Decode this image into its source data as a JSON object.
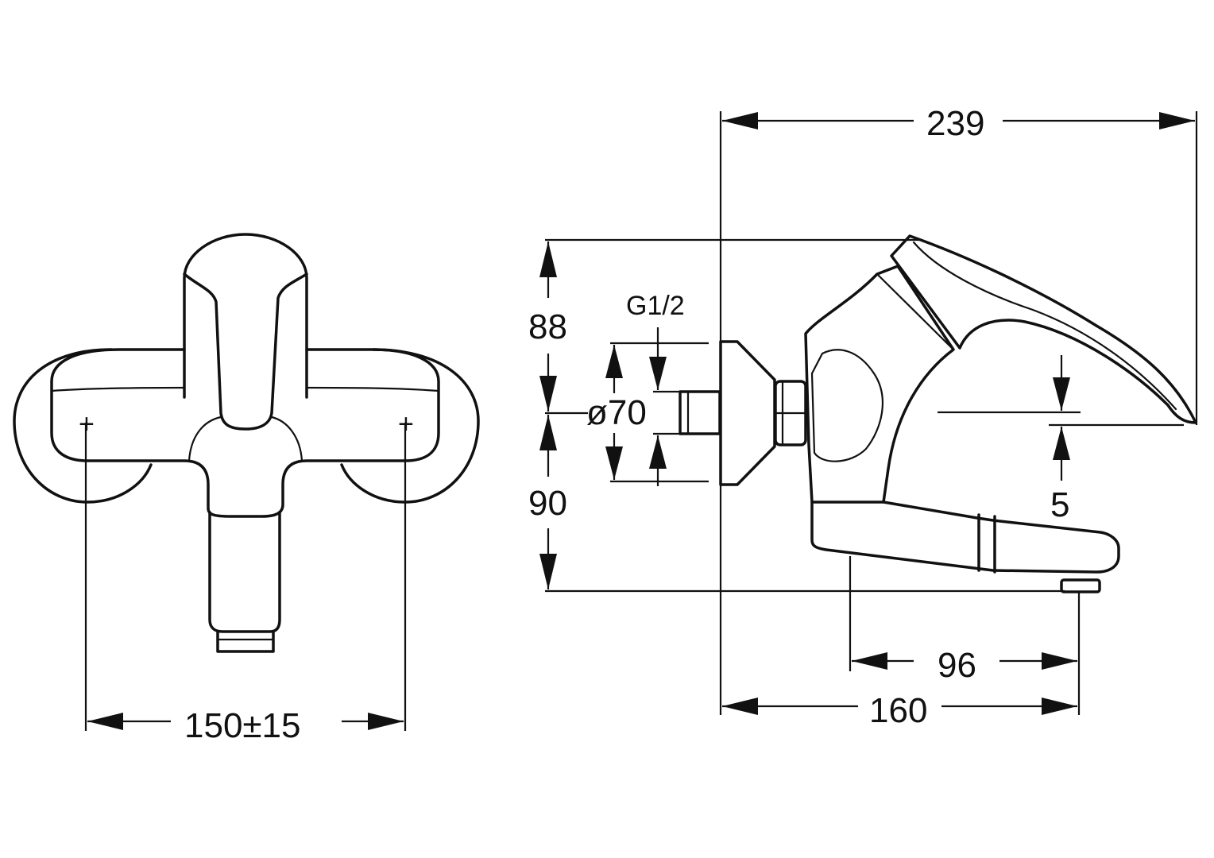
{
  "labels": {
    "width_front": "150±15",
    "total_projection": "239",
    "height_top": "88",
    "height_bottom": "90",
    "thread": "G1/2",
    "rosette_diameter": "ø70",
    "spout_offset": "5",
    "spout_reach": "96",
    "spout_length": "160",
    "plus_left": "+",
    "plus_right": "+"
  }
}
